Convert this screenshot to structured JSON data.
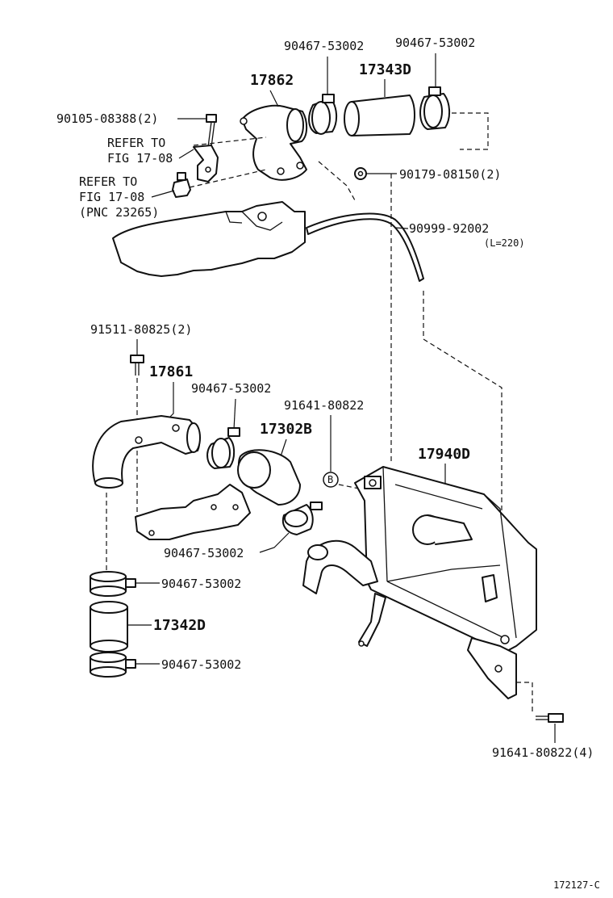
{
  "diagram": {
    "labels": {
      "clamp_top_left": "90467-53002",
      "clamp_top_right": "90467-53002",
      "hose_top": "17343D",
      "pipe_top": "17862",
      "bolt_top": "90105-08388(2)",
      "refer1_line1": "REFER TO",
      "refer1_line2": "FIG 17-08",
      "refer2_line1": "REFER TO",
      "refer2_line2": "FIG 17-08",
      "refer2_line3": "(PNC 23265)",
      "nut": "90179-08150(2)",
      "vac_hose": "90999-92002",
      "vac_hose_len": "(L=220)",
      "bolt_mid": "91511-80825(2)",
      "pipe_mid": "17861",
      "clamp_mid": "90467-53002",
      "bolt_b": "91641-80822",
      "hose_mid": "17302B",
      "callout_b": "B",
      "intercooler": "17940D",
      "clamp_low": "90467-53002",
      "clamp_stack_top": "90467-53002",
      "hose_stack": "17342D",
      "clamp_stack_bottom": "90467-53002",
      "bolt_bottom": "91641-80822(4)",
      "figure_no": "172127-C"
    }
  }
}
